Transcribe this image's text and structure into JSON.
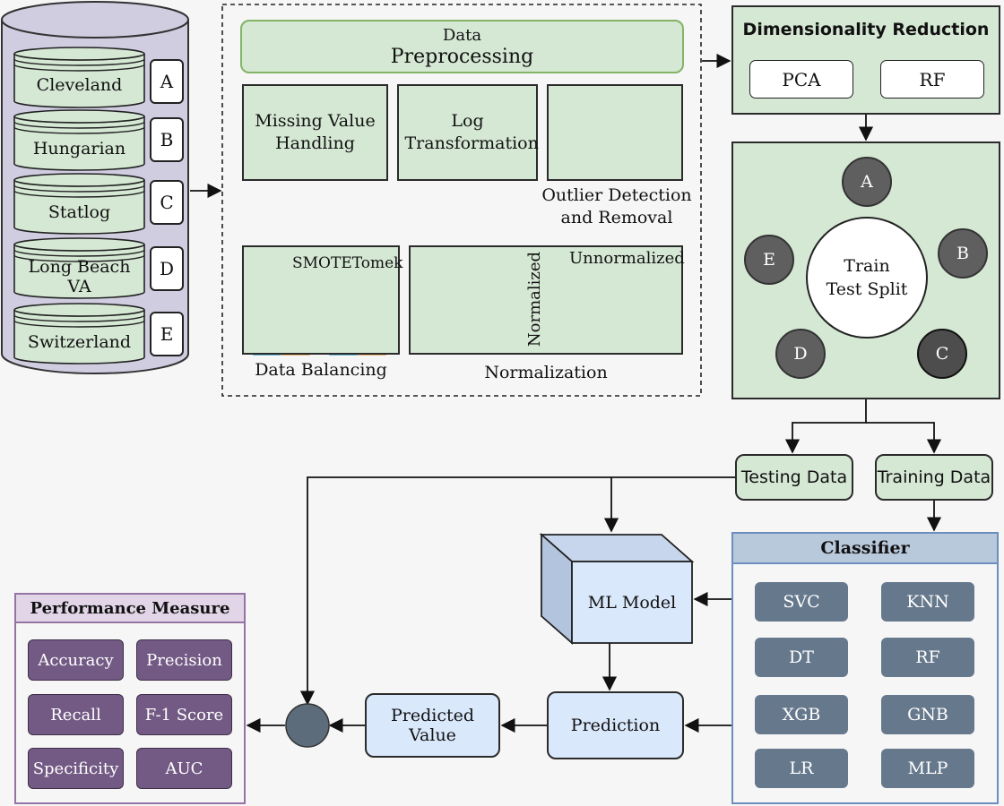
{
  "datasets": [
    {
      "name": "Cleveland",
      "letter": "A"
    },
    {
      "name": "Hungarian",
      "letter": "B"
    },
    {
      "name": "Statlog",
      "letter": "C"
    },
    {
      "name": "Long Beach VA",
      "letter": "D"
    },
    {
      "name": "Switzerland",
      "letter": "E"
    }
  ],
  "preprocessing": {
    "title_line1": "Data",
    "title_line2": "Preprocessing",
    "missing_value": "Missing Value Handling",
    "log_transform": "Log Transformation",
    "outlier_line1": "Outlier Detection",
    "outlier_line2": "and Removal",
    "smote": "SMOTETomek",
    "data_balancing": "Data Balancing",
    "normalized": "Normalized",
    "unnormalized": "Unnormalized",
    "normalization": "Normalization"
  },
  "dimensionality": {
    "title": "Dimensionality Reduction",
    "methods": [
      "PCA",
      "RF"
    ]
  },
  "split": {
    "center": "Train Test Split",
    "nodes": [
      "A",
      "B",
      "C",
      "D",
      "E"
    ]
  },
  "testing_data": "Testing Data",
  "training_data": "Training Data",
  "classifier": {
    "title": "Classifier",
    "models": [
      "SVC",
      "KNN",
      "DT",
      "RF",
      "XGB",
      "GNB",
      "LR",
      "MLP"
    ]
  },
  "ml_model": "ML Model",
  "prediction": "Prediction",
  "predicted_value": "Predicted Value",
  "performance": {
    "title": "Performance Measure",
    "metrics": [
      "Accuracy",
      "Precision",
      "Recall",
      "F-1 Score",
      "Specificity",
      "AUC"
    ]
  }
}
